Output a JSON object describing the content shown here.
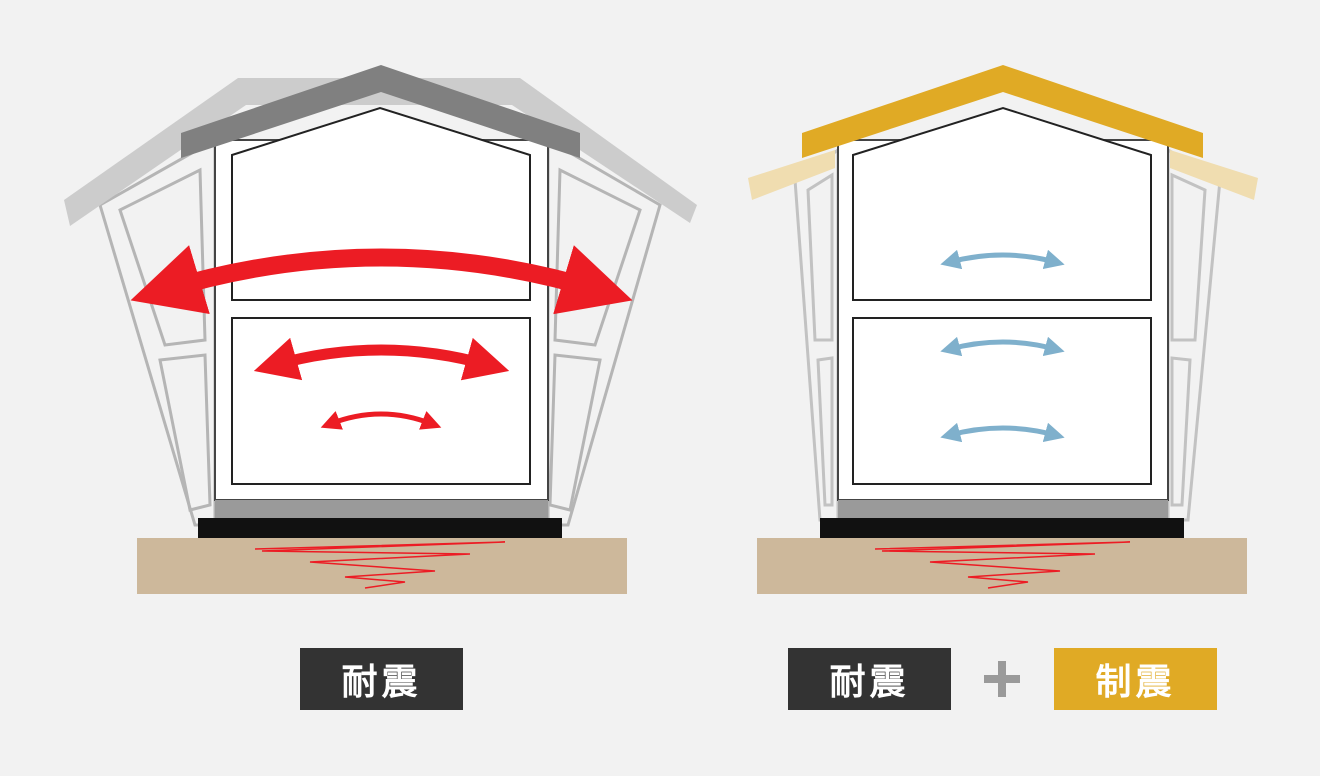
{
  "labels": {
    "left": "耐震",
    "right_a": "耐震",
    "right_b": "制震"
  },
  "icons": {
    "plus": "plus-icon"
  },
  "colors": {
    "background": "#f2f2f2",
    "label_dark": "#333333",
    "label_accent": "#e0aa25",
    "quake_arrow": "#ec1c24",
    "damped_arrow": "#7fb0cc",
    "roof_gray": "#808080",
    "roof_gold": "#e0aa25",
    "ground": "#cdb89b"
  }
}
